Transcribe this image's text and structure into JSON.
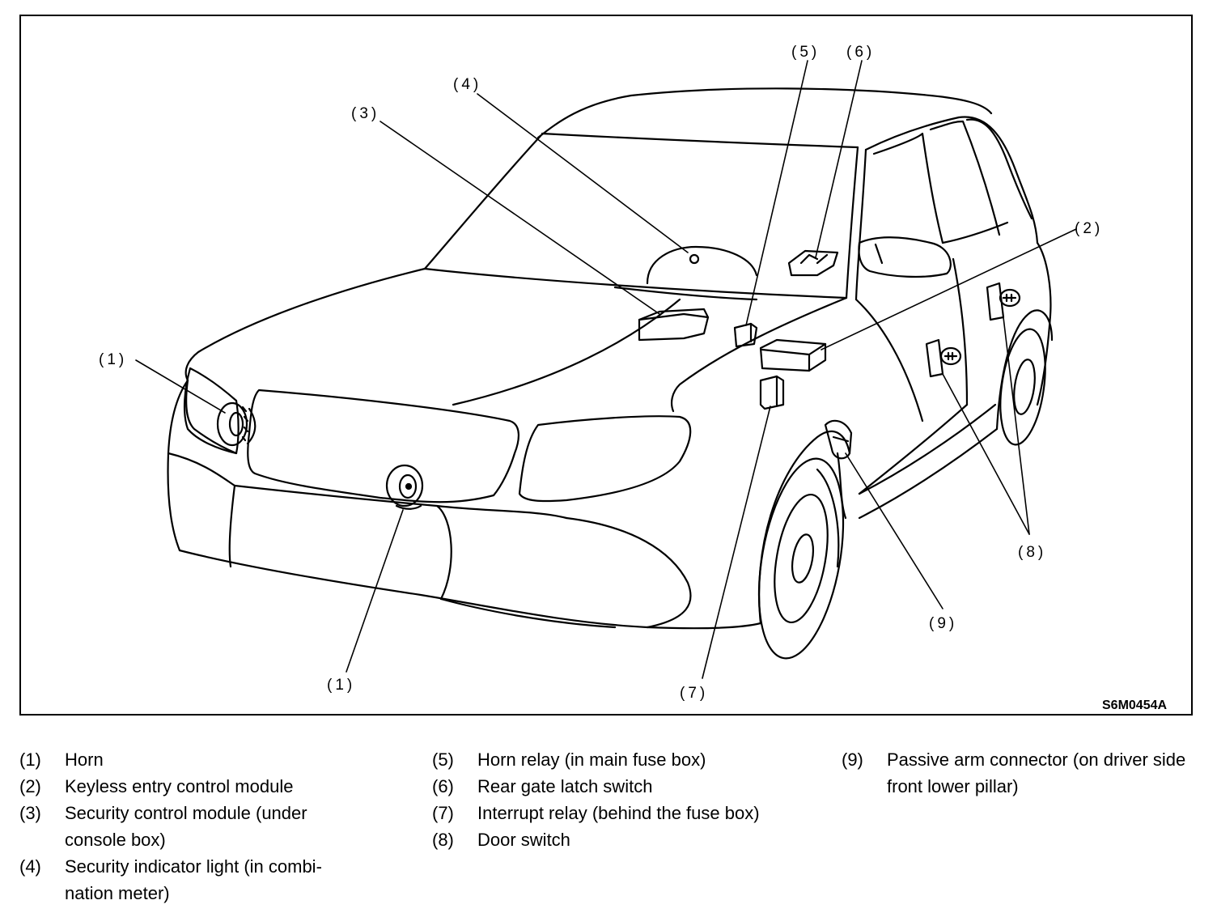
{
  "figure_code": "S6M0454A",
  "callouts": {
    "c1_upper": "(1)",
    "c1_lower": "(1)",
    "c2": "(2)",
    "c3": "(3)",
    "c4": "(4)",
    "c5": "(5)",
    "c6": "(6)",
    "c7": "(7)",
    "c8": "(8)",
    "c9": "(9)"
  },
  "legend": {
    "col1": [
      {
        "num": "(1)",
        "text": "Horn"
      },
      {
        "num": "(2)",
        "text": "Keyless entry control module"
      },
      {
        "num": "(3)",
        "text": "Security control module (under console box)"
      },
      {
        "num": "(4)",
        "text": "Security indicator light (in combi-nation meter)"
      }
    ],
    "col2": [
      {
        "num": "(5)",
        "text": "Horn relay (in main fuse box)"
      },
      {
        "num": "(6)",
        "text": "Rear gate latch switch"
      },
      {
        "num": "(7)",
        "text": "Interrupt relay (behind the fuse box)"
      },
      {
        "num": "(8)",
        "text": "Door switch"
      }
    ],
    "col3": [
      {
        "num": "(9)",
        "text": "Passive arm connector (on driver side front lower pillar)"
      }
    ]
  }
}
